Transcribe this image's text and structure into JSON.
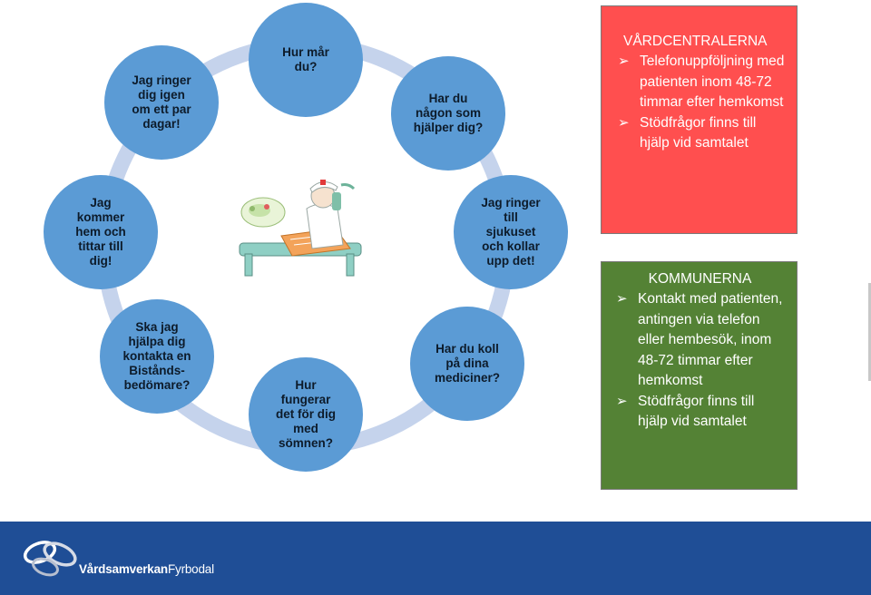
{
  "cycle": {
    "ring_color": "#c5d3ec",
    "bubble_color": "#5b9bd5",
    "bubbles": [
      {
        "text": "Hur mår\ndu?"
      },
      {
        "text": "Har du\nnågon som\nhjälper dig?"
      },
      {
        "text": "Jag ringer\ntill\nsjukuset\noch kollar\nupp det!"
      },
      {
        "text": "Har du koll\npå dina\nmediciner?"
      },
      {
        "text": "Hur\nfungerar\ndet för dig\nmed\nsömnen?"
      },
      {
        "text": "Ska jag\nhjälpa dig\nkontakta en\nBistånds-\nbedömare?"
      },
      {
        "text": "Jag\nkommer\nhem och\ntittar till\ndig!"
      },
      {
        "text": "Jag ringer\ndig igen\nom ett par\ndagar!"
      }
    ]
  },
  "panels": {
    "vardcentral": {
      "title": "VÅRDCENTRALERNA",
      "color": "#ff4f4f",
      "items": [
        "Telefonuppföljning med patienten inom 48-72 timmar efter hemkomst",
        "Stödfrågor finns till hjälp vid samtalet"
      ]
    },
    "kommun": {
      "title": "KOMMUNERNA",
      "color": "#548235",
      "items": [
        "Kontakt med patienten, antingen via telefon eller hembesök, inom 48-72 timmar efter hemkomst",
        "Stödfrågor finns till hjälp vid samtalet"
      ]
    }
  },
  "footer": {
    "color": "#1f4e96",
    "logo_bold": "Vårdsamverkan",
    "logo_rest": "Fyrbodal",
    "logo_icon": "butterfly-logo-icon"
  },
  "illustration": {
    "icon": "nurse-phone-clipart-icon"
  }
}
